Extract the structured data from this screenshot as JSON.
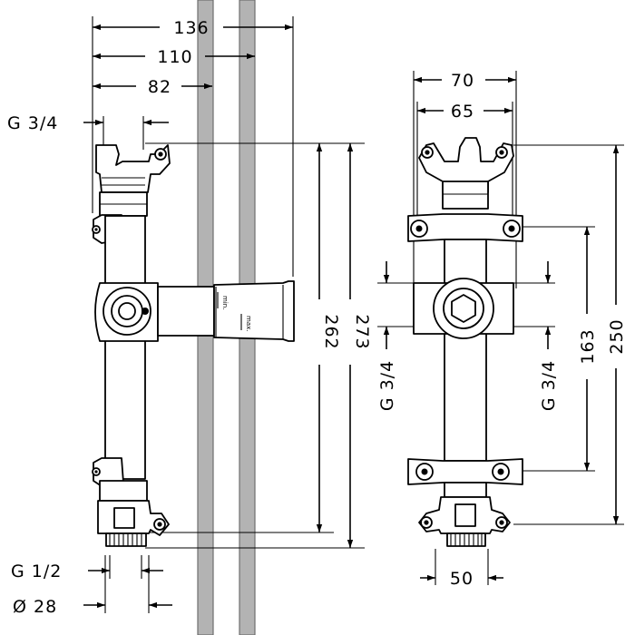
{
  "side_view": {
    "dim_overall_width": "136",
    "dim_width_110": "110",
    "dim_width_82": "82",
    "dim_inlet_label": "G 3/4",
    "dim_height_262": "262",
    "dim_height_273": "273",
    "label_min": "min.",
    "label_max": "max.",
    "dim_outlet_thread": "G 1/2",
    "dim_outlet_diameter": "Ø 28"
  },
  "front_view": {
    "dim_width_70": "70",
    "dim_width_65": "65",
    "dim_port_left": "G 3/4",
    "dim_port_right": "G 3/4",
    "dim_height_163": "163",
    "dim_height_250": "250",
    "dim_bottom_width": "50"
  }
}
